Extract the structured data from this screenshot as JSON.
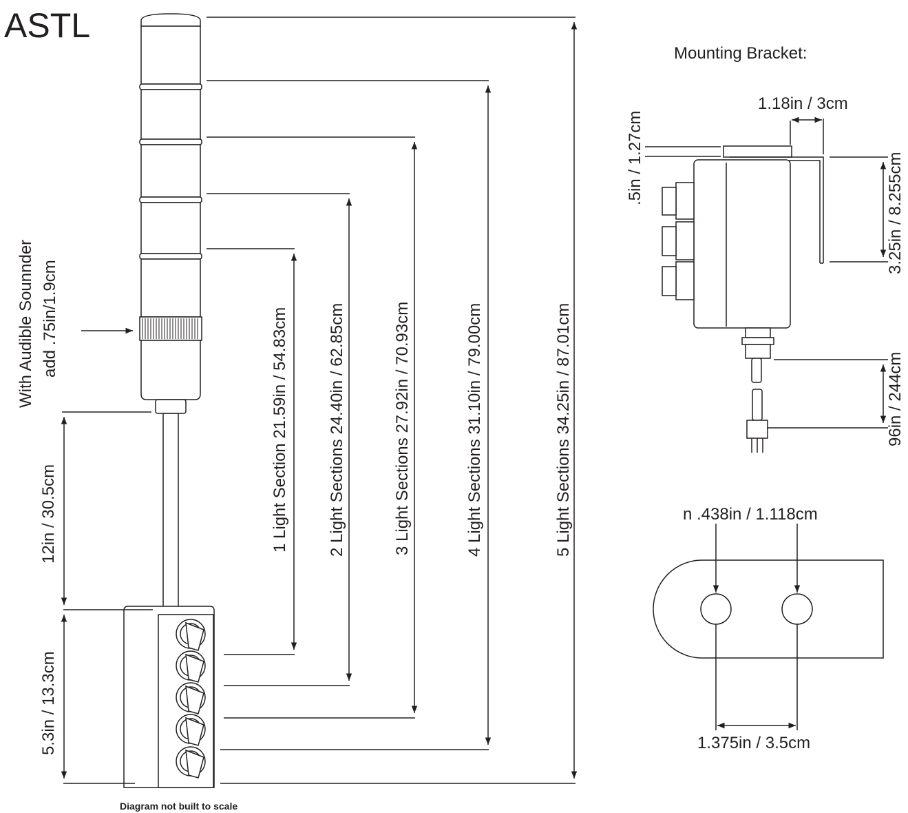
{
  "title": "ASTL",
  "note": "Diagram not built to scale",
  "sounder_note": {
    "line1": "With Audible Sounnder",
    "line2": "add .75in/1.9cm"
  },
  "cable_length": "12in / 30.5cm",
  "box_height": "5.3in / 13.3cm",
  "light_sections": [
    {
      "label": "1 Light  Section 21.59in / 54.83cm"
    },
    {
      "label": "2 Light  Sections 24.40in / 62.85cm"
    },
    {
      "label": "3 Light  Sections 27.92in / 70.93cm"
    },
    {
      "label": "4 Light  Sections 31.10in / 79.00cm"
    },
    {
      "label": "5 Light  Sections 34.25in / 87.01cm"
    }
  ],
  "bracket": {
    "title": "Mounting Bracket:",
    "width_top": "1.18in / 3cm",
    "thickness": ".5in / 1.27cm",
    "height": "3.25in / 8.255cm",
    "cord": "96in / 244cm",
    "hole_diameter": "n .438in / 1.118cm",
    "hole_spacing": "1.375in / 3.5cm"
  },
  "colors": {
    "ink": "#231f20",
    "background": "#ffffff"
  }
}
